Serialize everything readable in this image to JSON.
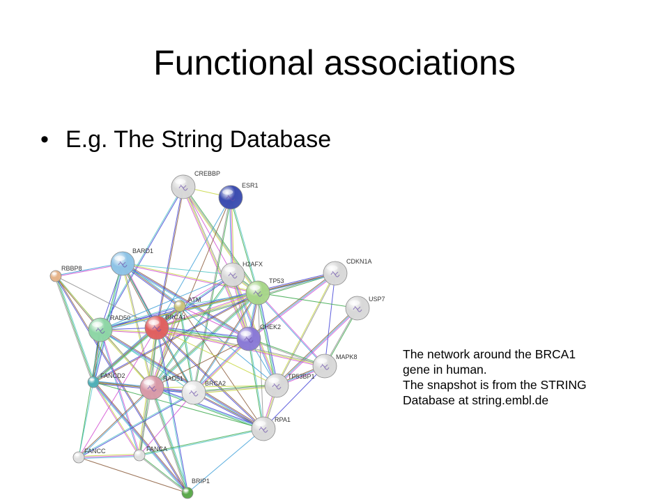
{
  "slide": {
    "title": "Functional associations",
    "bullet": "E.g. The String Database",
    "bullet_glyph": "•"
  },
  "caption": {
    "lines": [
      "The network around the BRCA1",
      "gene in human.",
      "The snapshot is from the STRING",
      "Database at string.embl.de"
    ]
  },
  "network": {
    "edge_colors": [
      "#c6d63a",
      "#d24fd2",
      "#3c9fd8",
      "#8a5a3a",
      "#3f3fd6",
      "#4cc3c3",
      "#3aa84a",
      "#8f8f8f"
    ],
    "nodes": [
      {
        "id": "CREBBP",
        "label": "CREBBP",
        "color": "#d8d8d8",
        "size": "large"
      },
      {
        "id": "ESR1",
        "label": "ESR1",
        "color": "#3b4cb0",
        "size": "large"
      },
      {
        "id": "BARD1",
        "label": "BARD1",
        "color": "#8ec3e6",
        "size": "large"
      },
      {
        "id": "RBBP8",
        "label": "RBBP8",
        "color": "#e6b48a",
        "size": "small"
      },
      {
        "id": "H2AFX",
        "label": "H2AFX",
        "color": "#d8d8d8",
        "size": "large"
      },
      {
        "id": "CDKN1A",
        "label": "CDKN1A",
        "color": "#d8d8d8",
        "size": "large"
      },
      {
        "id": "TP53",
        "label": "TP53",
        "color": "#a8d68a",
        "size": "large"
      },
      {
        "id": "ATM",
        "label": "ATM",
        "color": "#c9c27a",
        "size": "small"
      },
      {
        "id": "USP7",
        "label": "USP7",
        "color": "#d8d8d8",
        "size": "large"
      },
      {
        "id": "RAD50",
        "label": "RAD50",
        "color": "#8ed6a6",
        "size": "large"
      },
      {
        "id": "BRCA1",
        "label": "BRCA1",
        "color": "#e06060",
        "size": "large"
      },
      {
        "id": "CHEK2",
        "label": "CHEK2",
        "color": "#8a7ad6",
        "size": "large"
      },
      {
        "id": "MAPK8",
        "label": "MAPK8",
        "color": "#d8d8d8",
        "size": "large"
      },
      {
        "id": "FANCD2",
        "label": "FANCD2",
        "color": "#4fb0b8",
        "size": "small"
      },
      {
        "id": "RAD51",
        "label": "RAD51",
        "color": "#d89aa8",
        "size": "large"
      },
      {
        "id": "BRCA2",
        "label": "BRCA2",
        "color": "#e6e6e6",
        "size": "large"
      },
      {
        "id": "TP53BP1",
        "label": "TP53BP1",
        "color": "#d8d8d8",
        "size": "large"
      },
      {
        "id": "RPA1",
        "label": "RPA1",
        "color": "#d8d8d8",
        "size": "large"
      },
      {
        "id": "FANCC",
        "label": "FANCC",
        "color": "#e0e0e0",
        "size": "small"
      },
      {
        "id": "FANCA",
        "label": "FANCA",
        "color": "#e0e0e0",
        "size": "small"
      },
      {
        "id": "BRIP1",
        "label": "BRIP1",
        "color": "#5aa84a",
        "size": "small"
      }
    ],
    "edges": [
      [
        "CREBBP",
        "ESR1"
      ],
      [
        "CREBBP",
        "BRCA1"
      ],
      [
        "CREBBP",
        "TP53"
      ],
      [
        "CREBBP",
        "H2AFX"
      ],
      [
        "CREBBP",
        "RAD50"
      ],
      [
        "CREBBP",
        "CHEK2"
      ],
      [
        "ESR1",
        "BRCA1"
      ],
      [
        "ESR1",
        "TP53"
      ],
      [
        "ESR1",
        "H2AFX"
      ],
      [
        "ESR1",
        "RAD51"
      ],
      [
        "ESR1",
        "BRCA2"
      ],
      [
        "BARD1",
        "BRCA1"
      ],
      [
        "BARD1",
        "RAD50"
      ],
      [
        "BARD1",
        "RAD51"
      ],
      [
        "BARD1",
        "ATM"
      ],
      [
        "BARD1",
        "H2AFX"
      ],
      [
        "BARD1",
        "TP53"
      ],
      [
        "BARD1",
        "CHEK2"
      ],
      [
        "BARD1",
        "BRCA2"
      ],
      [
        "BARD1",
        "RBBP8"
      ],
      [
        "BARD1",
        "FANCD2"
      ],
      [
        "RBBP8",
        "BRCA1"
      ],
      [
        "RBBP8",
        "RAD50"
      ],
      [
        "RBBP8",
        "FANCD2"
      ],
      [
        "RBBP8",
        "RAD51"
      ],
      [
        "RBBP8",
        "BRIP1"
      ],
      [
        "H2AFX",
        "TP53"
      ],
      [
        "H2AFX",
        "ATM"
      ],
      [
        "H2AFX",
        "BRCA1"
      ],
      [
        "H2AFX",
        "CHEK2"
      ],
      [
        "H2AFX",
        "RAD50"
      ],
      [
        "H2AFX",
        "RAD51"
      ],
      [
        "H2AFX",
        "TP53BP1"
      ],
      [
        "CDKN1A",
        "TP53"
      ],
      [
        "CDKN1A",
        "BRCA1"
      ],
      [
        "CDKN1A",
        "CHEK2"
      ],
      [
        "CDKN1A",
        "MAPK8"
      ],
      [
        "CDKN1A",
        "TP53BP1"
      ],
      [
        "CDKN1A",
        "RAD50"
      ],
      [
        "TP53",
        "ATM"
      ],
      [
        "TP53",
        "BRCA1"
      ],
      [
        "TP53",
        "CHEK2"
      ],
      [
        "TP53",
        "USP7"
      ],
      [
        "TP53",
        "MAPK8"
      ],
      [
        "TP53",
        "TP53BP1"
      ],
      [
        "TP53",
        "RPA1"
      ],
      [
        "TP53",
        "BRCA2"
      ],
      [
        "TP53",
        "RAD51"
      ],
      [
        "TP53",
        "RAD50"
      ],
      [
        "TP53",
        "FANCD2"
      ],
      [
        "ATM",
        "BRCA1"
      ],
      [
        "ATM",
        "CHEK2"
      ],
      [
        "ATM",
        "RAD50"
      ],
      [
        "ATM",
        "RAD51"
      ],
      [
        "ATM",
        "TP53BP1"
      ],
      [
        "ATM",
        "BRCA2"
      ],
      [
        "ATM",
        "FANCD2"
      ],
      [
        "ATM",
        "RPA1"
      ],
      [
        "USP7",
        "MAPK8"
      ],
      [
        "USP7",
        "TP53BP1"
      ],
      [
        "RAD50",
        "BRCA1"
      ],
      [
        "RAD50",
        "RAD51"
      ],
      [
        "RAD50",
        "FANCD2"
      ],
      [
        "RAD50",
        "BRCA2"
      ],
      [
        "RAD50",
        "CHEK2"
      ],
      [
        "RAD50",
        "RPA1"
      ],
      [
        "RAD50",
        "FANCC"
      ],
      [
        "RAD50",
        "FANCA"
      ],
      [
        "BRCA1",
        "CHEK2"
      ],
      [
        "BRCA1",
        "RAD51"
      ],
      [
        "BRCA1",
        "BRCA2"
      ],
      [
        "BRCA1",
        "FANCD2"
      ],
      [
        "BRCA1",
        "TP53BP1"
      ],
      [
        "BRCA1",
        "RPA1"
      ],
      [
        "BRCA1",
        "FANCA"
      ],
      [
        "BRCA1",
        "FANCC"
      ],
      [
        "BRCA1",
        "BRIP1"
      ],
      [
        "BRCA1",
        "MAPK8"
      ],
      [
        "CHEK2",
        "TP53BP1"
      ],
      [
        "CHEK2",
        "RPA1"
      ],
      [
        "CHEK2",
        "BRCA2"
      ],
      [
        "CHEK2",
        "RAD51"
      ],
      [
        "CHEK2",
        "MAPK8"
      ],
      [
        "MAPK8",
        "TP53BP1"
      ],
      [
        "MAPK8",
        "RPA1"
      ],
      [
        "FANCD2",
        "RAD51"
      ],
      [
        "FANCD2",
        "BRCA2"
      ],
      [
        "FANCD2",
        "FANCC"
      ],
      [
        "FANCD2",
        "FANCA"
      ],
      [
        "FANCD2",
        "BRIP1"
      ],
      [
        "FANCD2",
        "RPA1"
      ],
      [
        "RAD51",
        "BRCA2"
      ],
      [
        "RAD51",
        "RPA1"
      ],
      [
        "RAD51",
        "FANCA"
      ],
      [
        "RAD51",
        "FANCC"
      ],
      [
        "RAD51",
        "BRIP1"
      ],
      [
        "RAD51",
        "TP53BP1"
      ],
      [
        "BRCA2",
        "RPA1"
      ],
      [
        "BRCA2",
        "TP53BP1"
      ],
      [
        "BRCA2",
        "FANCA"
      ],
      [
        "BRCA2",
        "FANCC"
      ],
      [
        "TP53BP1",
        "RPA1"
      ],
      [
        "RPA1",
        "BRIP1"
      ],
      [
        "RPA1",
        "FANCA"
      ],
      [
        "FANCC",
        "FANCA"
      ],
      [
        "FANCC",
        "BRIP1"
      ],
      [
        "FANCA",
        "BRIP1"
      ]
    ]
  }
}
